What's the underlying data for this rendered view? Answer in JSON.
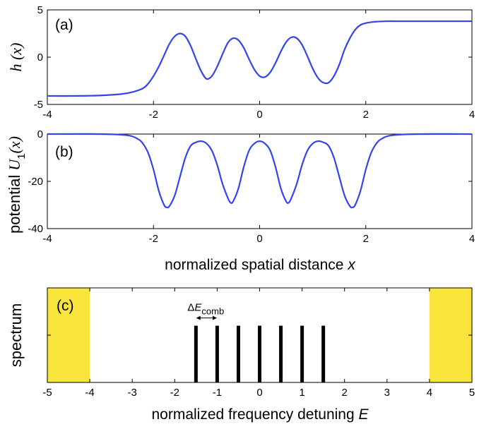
{
  "chart_data": [
    {
      "type": "line",
      "panel_label": "(a)",
      "ylabel": "h (x)",
      "xlabel": "",
      "xlim": [
        -4,
        4
      ],
      "ylim": [
        -5,
        5
      ],
      "xticks": [
        -4,
        -2,
        0,
        2,
        4
      ],
      "yticks": [
        -5,
        0,
        5
      ],
      "grid": false,
      "line_color": "#3344ee",
      "series": [
        {
          "x": [
            -4,
            -3.5,
            -3,
            -2.6,
            -2.4,
            -2.2,
            -2.1,
            -2.0,
            -1.9,
            -1.8,
            -1.7,
            -1.6,
            -1.5,
            -1.4,
            -1.3,
            -1.2,
            -1.1,
            -1.0,
            -0.9,
            -0.8,
            -0.7,
            -0.6,
            -0.5,
            -0.4,
            -0.3,
            -0.2,
            -0.1,
            0.0,
            0.1,
            0.2,
            0.3,
            0.4,
            0.5,
            0.6,
            0.7,
            0.8,
            0.9,
            1.0,
            1.1,
            1.2,
            1.3,
            1.4,
            1.5,
            1.6,
            1.7,
            1.8,
            1.9,
            2.0,
            2.1,
            2.2,
            2.4,
            2.6,
            3.0,
            3.5,
            4.0
          ],
          "values": [
            -4.1,
            -4.1,
            -4.05,
            -3.9,
            -3.7,
            -3.3,
            -2.8,
            -2.0,
            -1.0,
            0.2,
            1.4,
            2.2,
            2.5,
            2.2,
            1.2,
            -0.2,
            -1.5,
            -2.3,
            -2.0,
            -1.0,
            0.3,
            1.5,
            2.0,
            1.8,
            1.0,
            -0.2,
            -1.3,
            -2.0,
            -2.1,
            -1.6,
            -0.6,
            0.6,
            1.6,
            2.1,
            2.0,
            1.3,
            0.1,
            -1.2,
            -2.2,
            -2.7,
            -2.7,
            -2.0,
            -0.8,
            0.8,
            2.0,
            2.9,
            3.4,
            3.6,
            3.7,
            3.75,
            3.8,
            3.8,
            3.8,
            3.8,
            3.8
          ]
        }
      ]
    },
    {
      "type": "line",
      "panel_label": "(b)",
      "ylabel_prefix": "potential ",
      "ylabel_symbol": "U",
      "ylabel_sub": "1",
      "ylabel_suffix": "(x)",
      "xlabel_main": "normalized spatial distance ",
      "xlabel_var": "x",
      "xlim": [
        -4,
        4
      ],
      "ylim": [
        -40,
        0
      ],
      "xticks": [
        -4,
        -2,
        0,
        2,
        4
      ],
      "yticks": [
        0,
        -20,
        -40
      ],
      "grid": false,
      "line_color": "#3344ee",
      "series": [
        {
          "x": [
            -4,
            -3.0,
            -2.5,
            -2.3,
            -2.2,
            -2.1,
            -2.0,
            -1.9,
            -1.8,
            -1.75,
            -1.7,
            -1.6,
            -1.5,
            -1.4,
            -1.3,
            -1.2,
            -1.1,
            -1.0,
            -0.9,
            -0.8,
            -0.7,
            -0.6,
            -0.55,
            -0.5,
            -0.4,
            -0.3,
            -0.2,
            -0.1,
            0.0,
            0.1,
            0.2,
            0.3,
            0.4,
            0.5,
            0.55,
            0.6,
            0.7,
            0.8,
            0.9,
            1.0,
            1.1,
            1.2,
            1.3,
            1.4,
            1.5,
            1.6,
            1.7,
            1.75,
            1.8,
            1.9,
            2.0,
            2.1,
            2.2,
            2.3,
            2.5,
            3.0,
            4.0
          ],
          "values": [
            0,
            0,
            -0.5,
            -2,
            -4,
            -8,
            -15,
            -24,
            -30,
            -31,
            -30.5,
            -26,
            -18,
            -10,
            -5,
            -3.5,
            -3,
            -4,
            -7,
            -13,
            -21,
            -27,
            -29,
            -28.5,
            -23,
            -14,
            -7,
            -4,
            -3,
            -4,
            -7,
            -14,
            -23,
            -28.5,
            -29,
            -27,
            -21,
            -13,
            -7,
            -4,
            -3,
            -3.5,
            -5,
            -10,
            -18,
            -26,
            -30.5,
            -31,
            -30,
            -24,
            -15,
            -8,
            -4,
            -2,
            -0.5,
            0,
            0
          ]
        }
      ]
    },
    {
      "type": "bar",
      "panel_label": "(c)",
      "ylabel": "spectrum",
      "xlabel_main": "normalized frequency detuning ",
      "xlabel_var": "E",
      "xlim": [
        -5,
        5
      ],
      "xticks": [
        -5,
        -4,
        -3,
        -2,
        -1,
        0,
        1,
        2,
        3,
        4,
        5
      ],
      "grid": false,
      "comb_positions": [
        -1.5,
        -1.0,
        -0.5,
        0,
        0.5,
        1.0,
        1.5
      ],
      "comb_height_fraction": 0.6,
      "comb_color": "#000000",
      "band_color": "#f8e43a",
      "bands": [
        [
          -5,
          -4
        ],
        [
          4,
          5
        ]
      ],
      "annotation_delta": "Δ",
      "annotation_symbol": "E",
      "annotation_sub": "comb",
      "annotation_range": [
        -1.5,
        -1.0
      ]
    }
  ]
}
